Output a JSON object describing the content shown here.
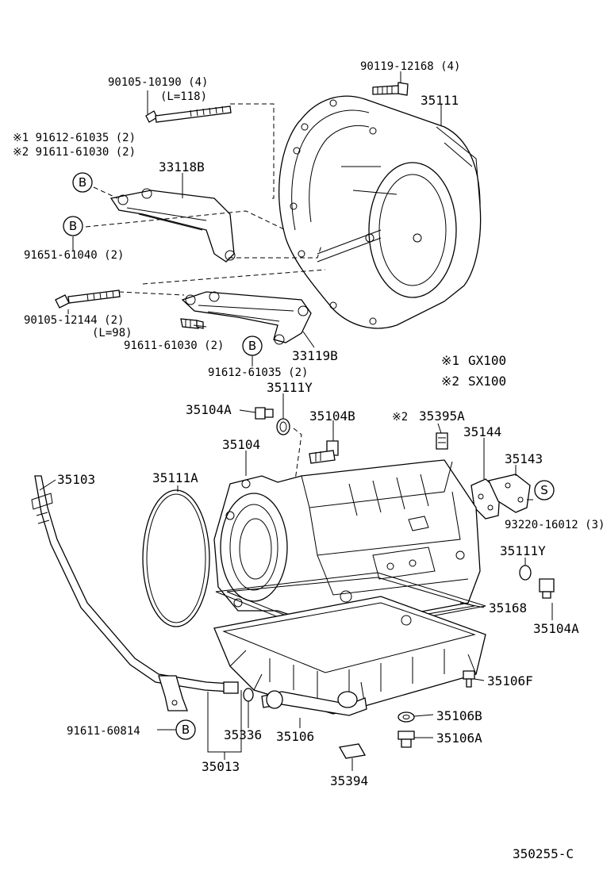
{
  "diagram_id": "350255-C",
  "notes": {
    "note1_mark": "※1",
    "note1_model": "GX100",
    "note2_mark": "※2",
    "note2_model": "SX100"
  },
  "parts": {
    "p90105_10190": "90105-10190 (4)",
    "p90105_10190_len": "(L=118)",
    "p90119_12168": "90119-12168 (4)",
    "p35111": "35111",
    "p91612_top": "※1 91612-61035 (2)",
    "p91611_top": "※2 91611-61030 (2)",
    "p33118B": "33118B",
    "p91651": "91651-61040 (2)",
    "p90105_12144": "90105-12144 (2)",
    "p90105_12144_len": "(L=98)",
    "p91611_mid": "91611-61030 (2)",
    "p33119B": "33119B",
    "p91612_mid": "91612-61035 (2)",
    "p35111Y_top": "35111Y",
    "p35104A_top": "35104A",
    "p35104B": "35104B",
    "p35395A_mark": "※2",
    "p35395A": "35395A",
    "p35144": "35144",
    "p35104": "35104",
    "p35143": "35143",
    "p35103": "35103",
    "p35111A": "35111A",
    "p93220": "93220-16012 (3)",
    "p35111Y_bot": "35111Y",
    "p35168": "35168",
    "p35104A_bot": "35104A",
    "p35106F": "35106F",
    "p35106B": "35106B",
    "p91611_60814": "91611-60814",
    "p35336": "35336",
    "p35106": "35106",
    "p35106A": "35106A",
    "p35013": "35013",
    "p35394": "35394"
  },
  "callouts": {
    "B": "B",
    "S": "S"
  }
}
